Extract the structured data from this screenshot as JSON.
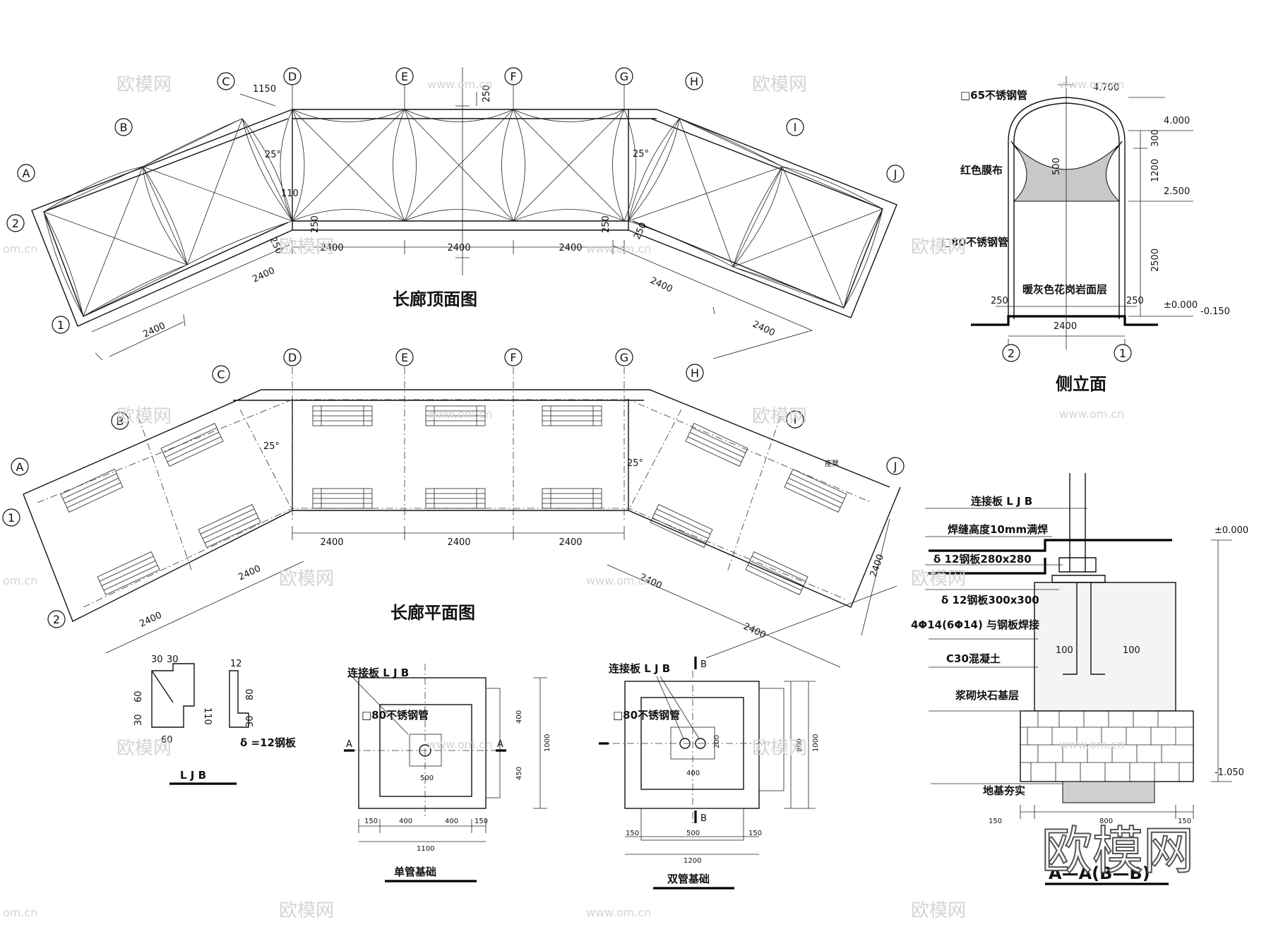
{
  "titles": {
    "roof_plan": "长廊顶面图",
    "floor_plan": "长廊平面图",
    "side_elevation": "侧立面",
    "ljb": "L J B",
    "single_footing": "单管基础",
    "double_footing": "双管基础",
    "section": "A—A(B—B)"
  },
  "axes": {
    "letters": [
      "A",
      "B",
      "C",
      "D",
      "E",
      "F",
      "G",
      "H",
      "I",
      "J"
    ],
    "numbers": [
      "1",
      "2"
    ]
  },
  "dims": {
    "bay": "2400",
    "d1150": "1150",
    "d250": "250",
    "d110": "110",
    "angle": "25°"
  },
  "elevation": {
    "pipe65": "□65不锈钢管",
    "fabric": "红色膜布",
    "pipe80": "□80不锈钢管",
    "granite": "暖灰色花岗岩面层",
    "lv_4700": "4.700",
    "lv_4000": "4.000",
    "lv_2500": "2.500",
    "lv_0": "±0.000",
    "lv_m0150": "-0.150",
    "d300": "300",
    "d1200": "1200",
    "d2500": "2500",
    "d500": "500",
    "d250": "250",
    "d2400": "2400"
  },
  "plan": {
    "bench": "座凳"
  },
  "ljb": {
    "d30a": "30",
    "d30b": "30",
    "d60": "60",
    "d30c": "30",
    "d110": "110",
    "d60b": "60",
    "d12": "12",
    "d80": "80",
    "d30d": "30",
    "plate": "δ =12钢板"
  },
  "footing": {
    "ljb_label": "连接板 L J B",
    "pipe80": "□80不锈钢管",
    "cutA": "A",
    "cutB": "B",
    "d150": "150",
    "d400": "400",
    "d1100": "1100",
    "d1200": "1200",
    "d500": "500",
    "d800": "800",
    "d1000": "1000",
    "d200": "200",
    "d450": "450"
  },
  "section": {
    "ljb": "连接板 L J B",
    "weld": "焊缝高度10mm满焊",
    "plate280": "δ 12钢板280x280",
    "plate300": "δ 12钢板300x300",
    "rebar": "4Φ14(6Φ14) 与钢板焊接",
    "concrete": "C30混凝土",
    "rubble": "浆砌块石基层",
    "ground": "地基夯实",
    "lv_0": "±0.000",
    "lv_m1050": "-1.050",
    "d100": "100",
    "d800": "800",
    "d150": "150"
  },
  "watermarks": {
    "brand": "欧模网",
    "url": "www.om.cn",
    "domain": "om.cn"
  }
}
